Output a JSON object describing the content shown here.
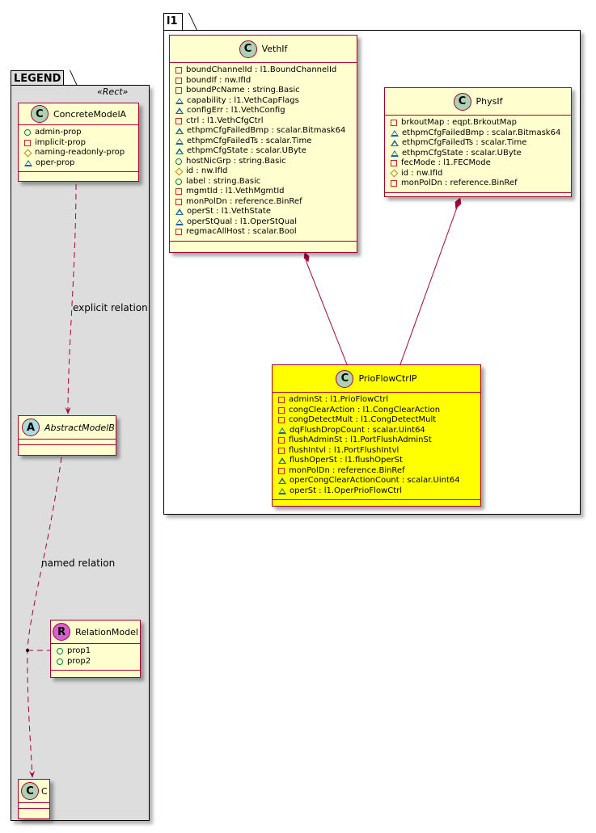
{
  "legend": {
    "package_name": "LEGEND",
    "stereotype": "«Rect»",
    "classes": {
      "concrete": {
        "spot": "C",
        "name": "ConcreteModelA",
        "attributes": [
          {
            "vis": "public",
            "text": "admin-prop"
          },
          {
            "vis": "private",
            "text": "implicit-prop"
          },
          {
            "vis": "protected",
            "text": "naming-readonly-prop"
          },
          {
            "vis": "package",
            "text": "oper-prop"
          }
        ]
      },
      "abstract": {
        "spot": "A",
        "name": "AbstractModelB"
      },
      "relation": {
        "spot": "R",
        "name": "RelationModel",
        "attributes": [
          {
            "vis": "public",
            "text": "prop1"
          },
          {
            "vis": "public",
            "text": "prop2"
          }
        ]
      },
      "c": {
        "spot": "C",
        "name": "C"
      }
    },
    "relations": {
      "explicit": "explicit relation",
      "named": "named relation"
    }
  },
  "l1": {
    "package_name": "l1",
    "classes": {
      "vethif": {
        "spot": "C",
        "name": "VethIf",
        "attributes": [
          {
            "vis": "private",
            "text": "boundChannelId : l1.BoundChannelId"
          },
          {
            "vis": "private",
            "text": "boundIf : nw.IfId"
          },
          {
            "vis": "private",
            "text": "boundPcName : string.Basic"
          },
          {
            "vis": "package",
            "text": "capability : l1.VethCapFlags"
          },
          {
            "vis": "package",
            "text": "configErr : l1.VethConfig"
          },
          {
            "vis": "private",
            "text": "ctrl : l1.VethCfgCtrl"
          },
          {
            "vis": "package",
            "text": "ethpmCfgFailedBmp : scalar.Bitmask64"
          },
          {
            "vis": "package",
            "text": "ethpmCfgFailedTs : scalar.Time"
          },
          {
            "vis": "package",
            "text": "ethpmCfgState : scalar.UByte"
          },
          {
            "vis": "public",
            "text": "hostNicGrp : string.Basic"
          },
          {
            "vis": "protected",
            "text": "id : nw.IfId"
          },
          {
            "vis": "public",
            "text": "label : string.Basic"
          },
          {
            "vis": "private",
            "text": "mgmtId : l1.VethMgmtId"
          },
          {
            "vis": "private",
            "text": "monPolDn : reference.BinRef"
          },
          {
            "vis": "package",
            "text": "operSt : l1.VethState"
          },
          {
            "vis": "package",
            "text": "operStQual : l1.OperStQual"
          },
          {
            "vis": "private",
            "text": "regmacAllHost : scalar.Bool"
          }
        ]
      },
      "physif": {
        "spot": "C",
        "name": "PhysIf",
        "attributes": [
          {
            "vis": "private",
            "text": "brkoutMap : eqpt.BrkoutMap"
          },
          {
            "vis": "package",
            "text": "ethpmCfgFailedBmp : scalar.Bitmask64"
          },
          {
            "vis": "package",
            "text": "ethpmCfgFailedTs : scalar.Time"
          },
          {
            "vis": "package",
            "text": "ethpmCfgState : scalar.UByte"
          },
          {
            "vis": "private",
            "text": "fecMode : l1.FECMode"
          },
          {
            "vis": "protected",
            "text": "id : nw.IfId"
          },
          {
            "vis": "private",
            "text": "monPolDn : reference.BinRef"
          }
        ]
      },
      "prioflowctrlp": {
        "spot": "C",
        "name": "PrioFlowCtrlP",
        "highlight_color": "#ffff00",
        "attributes": [
          {
            "vis": "private",
            "text": "adminSt : l1.PrioFlowCtrl"
          },
          {
            "vis": "private",
            "text": "congClearAction : l1.CongClearAction"
          },
          {
            "vis": "private",
            "text": "congDetectMult : l1.CongDetectMult"
          },
          {
            "vis": "package",
            "text": "dqFlushDropCount : scalar.Uint64"
          },
          {
            "vis": "private",
            "text": "flushAdminSt : l1.PortFlushAdminSt"
          },
          {
            "vis": "private",
            "text": "flushIntvl : l1.PortFlushIntvl"
          },
          {
            "vis": "package",
            "text": "flushOperSt : l1.flushOperSt"
          },
          {
            "vis": "private",
            "text": "monPolDn : reference.BinRef"
          },
          {
            "vis": "package",
            "text": "operCongClearActionCount : scalar.Uint64"
          },
          {
            "vis": "package",
            "text": "operSt : l1.OperPrioFlowCtrl"
          }
        ]
      }
    },
    "relations": [
      {
        "from": "vethif",
        "to": "prioflowctrlp",
        "type": "composition"
      },
      {
        "from": "physif",
        "to": "prioflowctrlp",
        "type": "composition"
      }
    ]
  },
  "colors": {
    "class_fill": "#fefece",
    "class_border": "#a80036",
    "highlight_fill": "#ffff00",
    "legend_fill": "#dddddd",
    "edge": "#a80036"
  }
}
